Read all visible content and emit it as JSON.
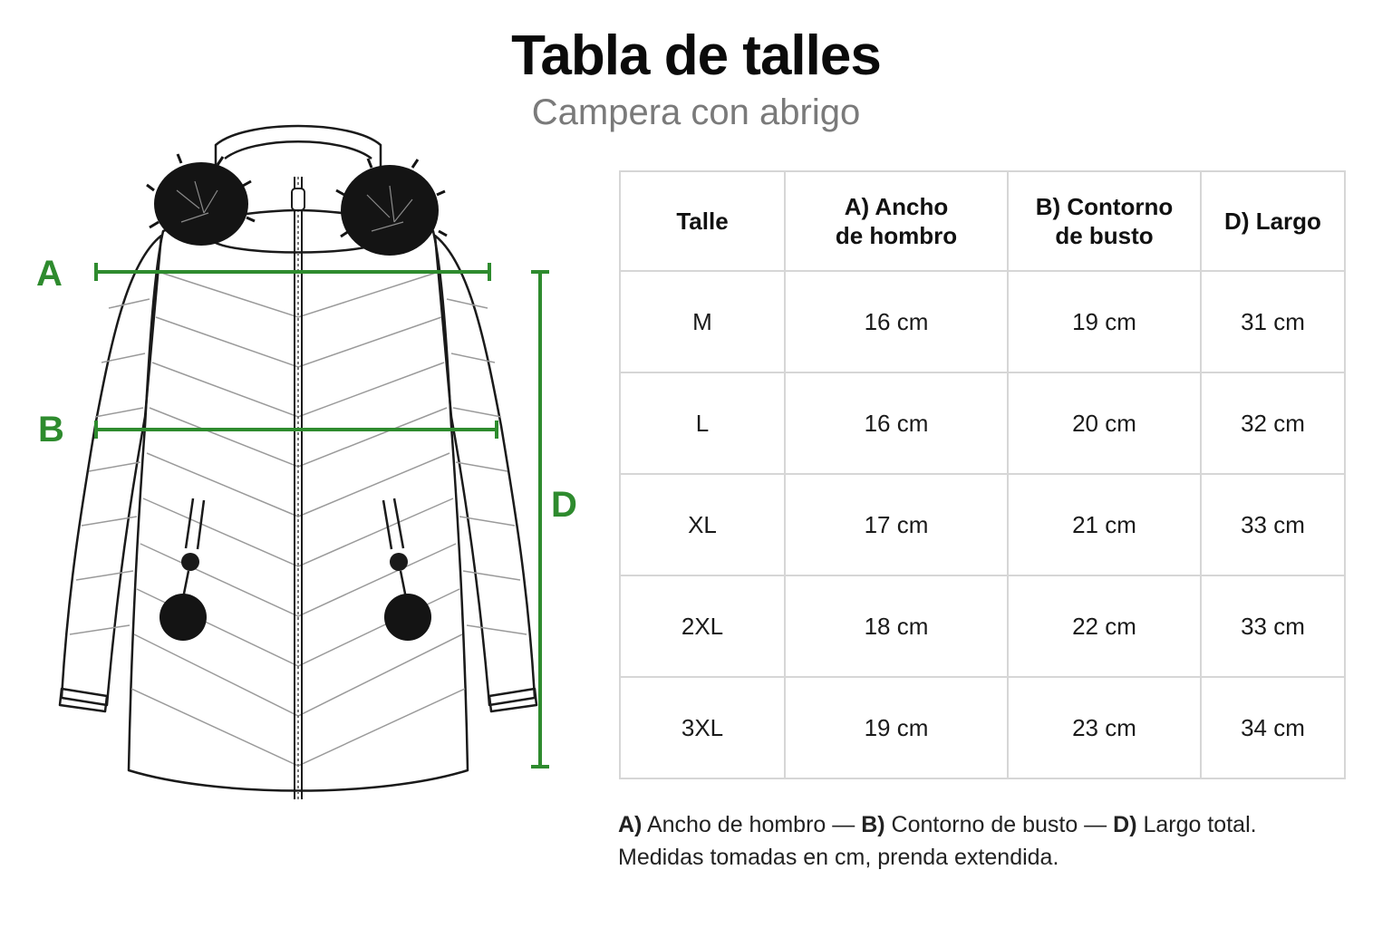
{
  "header": {
    "title": "Tabla de talles",
    "subtitle": "Campera con abrigo"
  },
  "diagram": {
    "labels": {
      "a": "A",
      "b": "B",
      "d": "D"
    },
    "colors": {
      "measure_line": "#2e8b2e",
      "outline": "#1a1a1a",
      "fur": "#141414"
    },
    "icons": [
      "jacket-illustration",
      "fur-hood-icon",
      "pompom-icon",
      "zipper-icon"
    ]
  },
  "table": {
    "headers": {
      "talle": "Talle",
      "ancho_l1": "A) Ancho",
      "ancho_l2": "de hombro",
      "contorno_l1": "B) Contorno",
      "contorno_l2": "de busto",
      "largo": "D) Largo"
    },
    "rows": [
      {
        "talle": "M",
        "ancho": "16 cm",
        "contorno": "19 cm",
        "largo": "31 cm"
      },
      {
        "talle": "L",
        "ancho": "16 cm",
        "contorno": "20 cm",
        "largo": "32 cm"
      },
      {
        "talle": "XL",
        "ancho": "17 cm",
        "contorno": "21 cm",
        "largo": "33 cm"
      },
      {
        "talle": "2XL",
        "ancho": "18 cm",
        "contorno": "22 cm",
        "largo": "33 cm"
      },
      {
        "talle": "3XL",
        "ancho": "19 cm",
        "contorno": "23 cm",
        "largo": "34 cm"
      }
    ]
  },
  "footnote": {
    "a_key": "A)",
    "a_text": " Ancho de hombro — ",
    "b_key": "B)",
    "b_text": " Contorno de busto — ",
    "d_key": "D)",
    "d_text": " Largo total.",
    "line2": "Medidas tomadas en cm, prenda extendida."
  }
}
